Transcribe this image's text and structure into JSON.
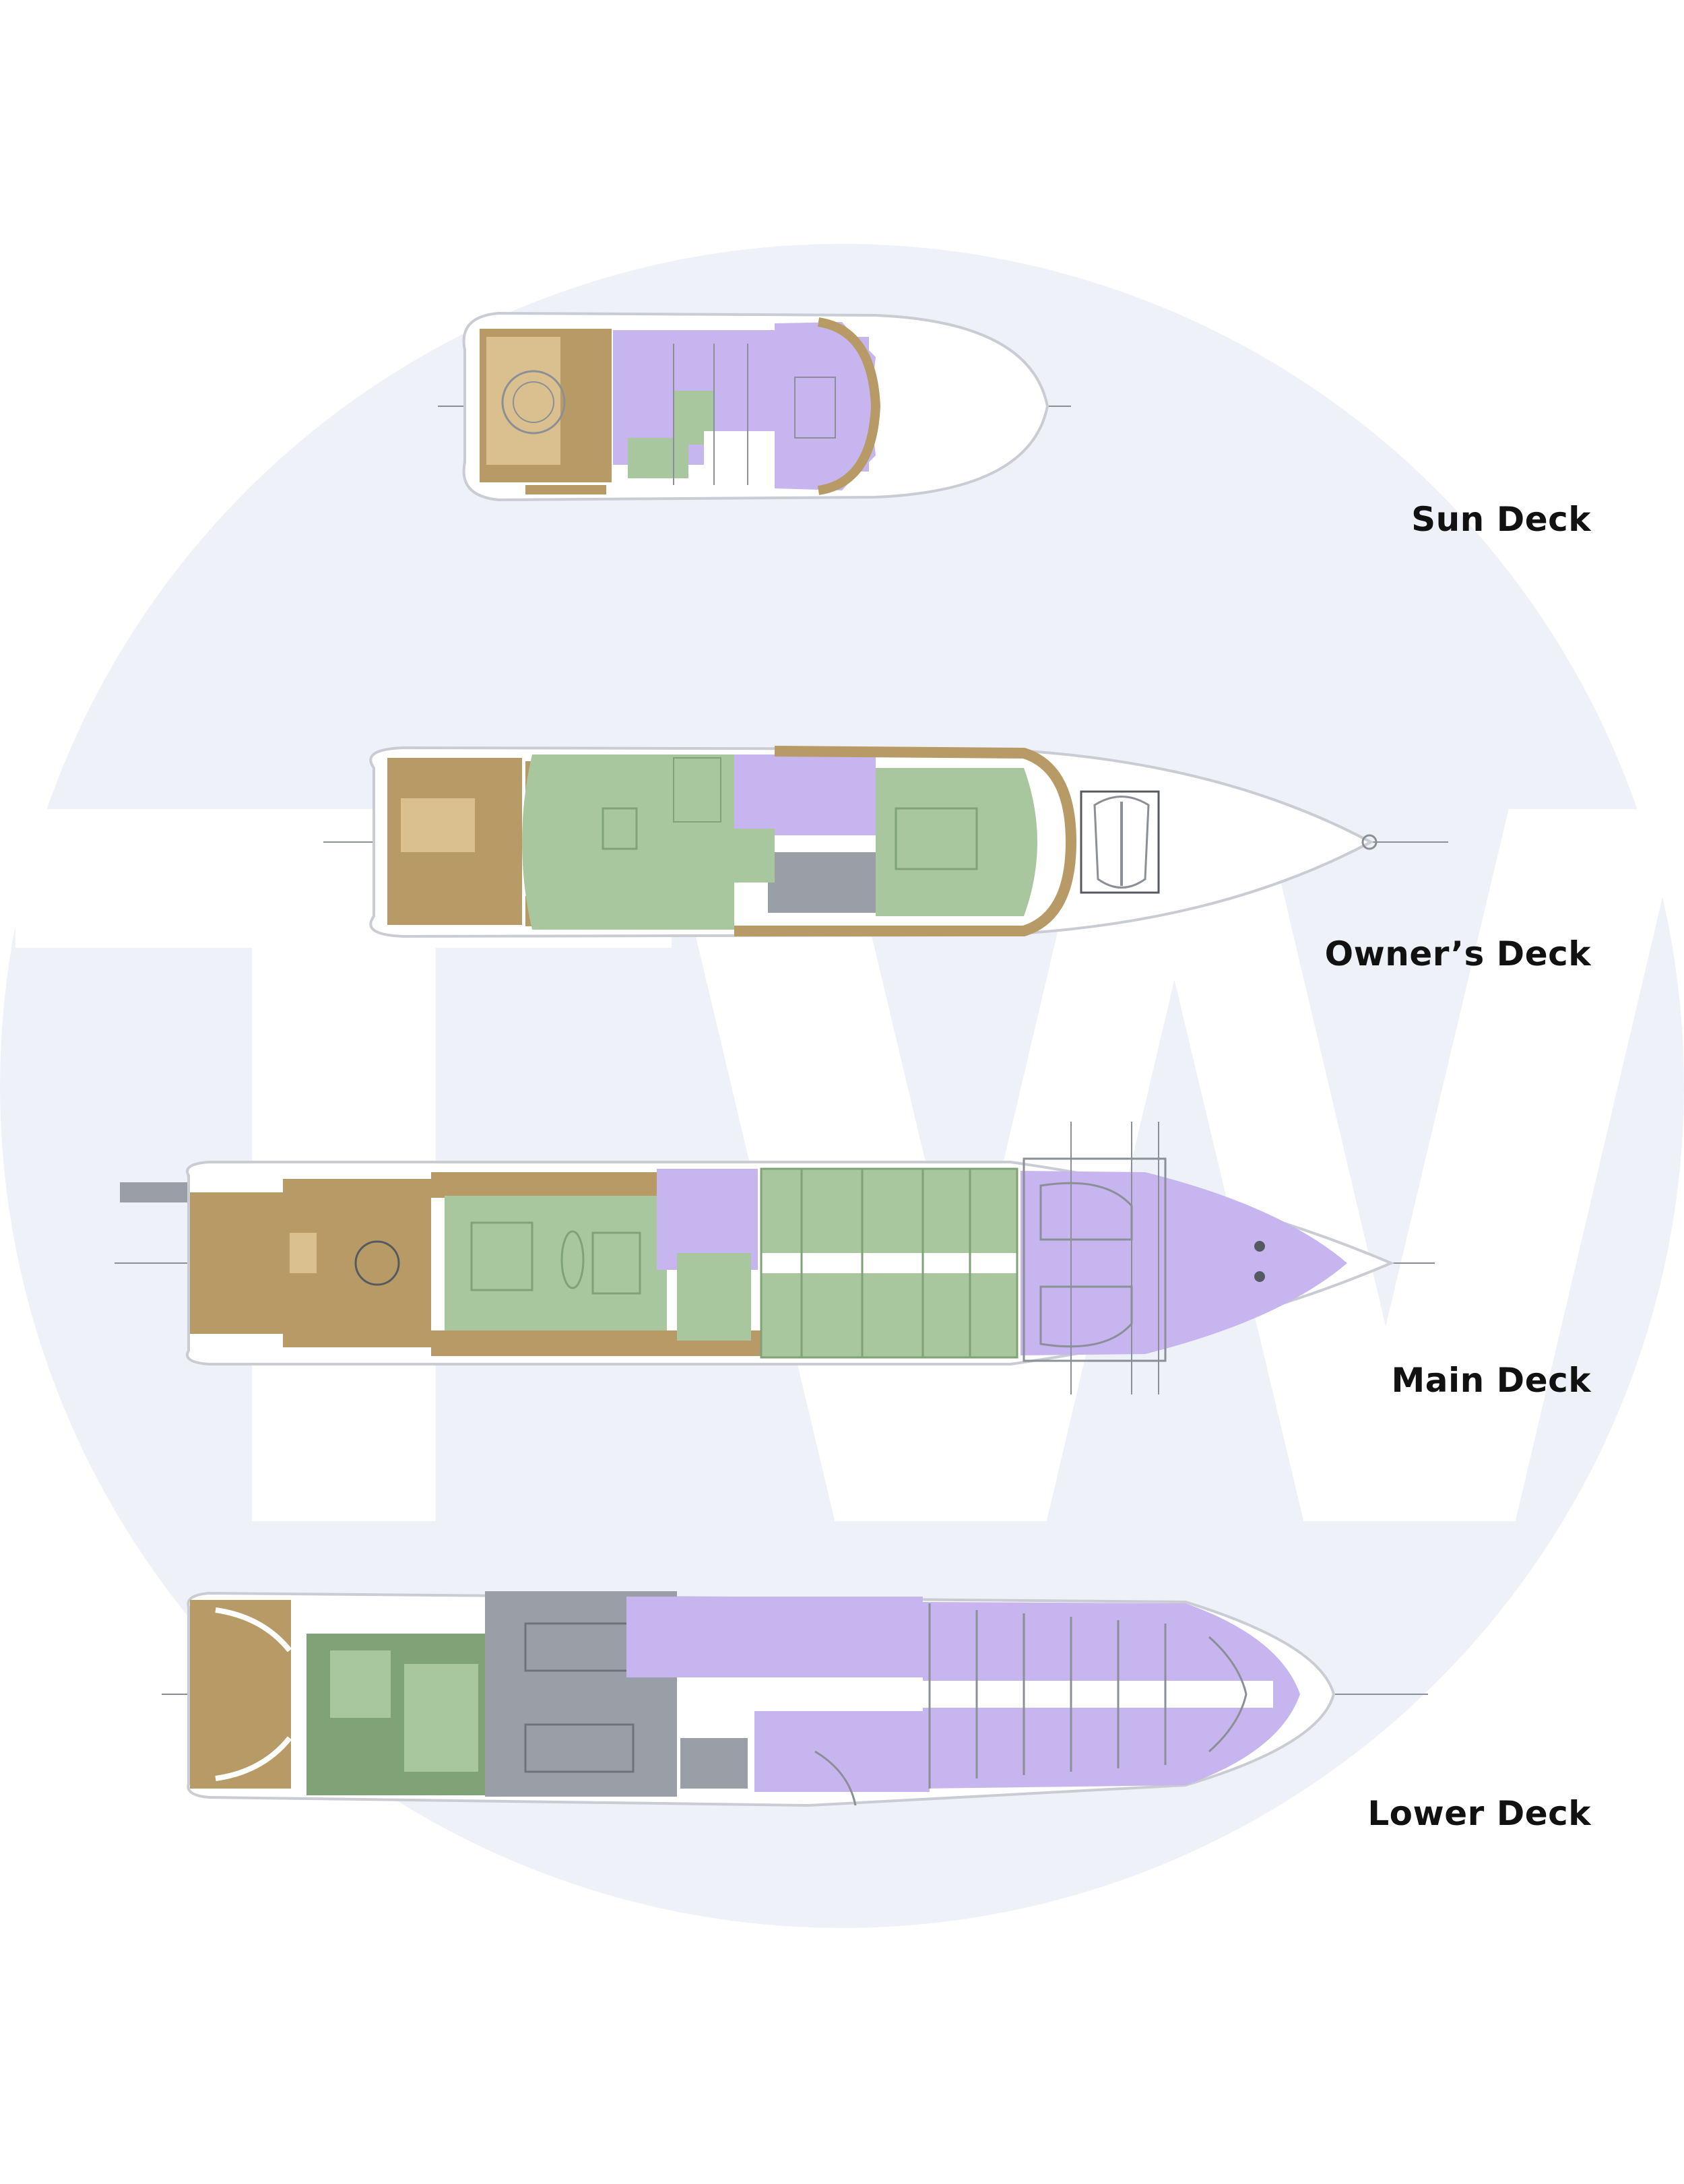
{
  "watermark": {
    "text": "TW",
    "circle_color": "#eef2f8",
    "letter_color": "#ffffff"
  },
  "colors": {
    "hull": "#ffffff",
    "hull_stroke": "#c9ccd2",
    "teak": "#b79a66",
    "teak_light": "#d9c08e",
    "guest": "#a9c79f",
    "guest_dark": "#7fa377",
    "crew": "#c6b5ef",
    "service": "#9a9ea6",
    "line": "#8b8f96"
  },
  "decks": [
    {
      "name": "Sun Deck"
    },
    {
      "name": "Owner’s Deck"
    },
    {
      "name": "Main Deck"
    },
    {
      "name": "Lower Deck"
    }
  ]
}
